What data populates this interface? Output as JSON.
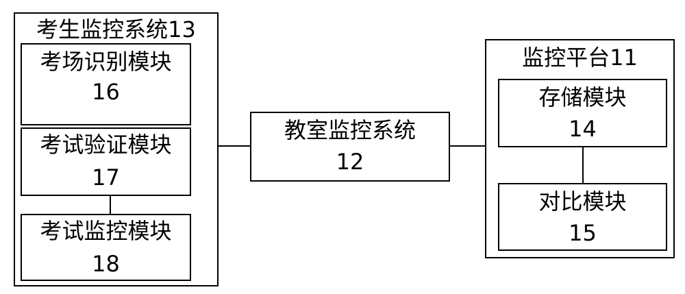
{
  "exam_system": {
    "title": "考生监控系统13",
    "modules": [
      {
        "name": "考场识别模块",
        "number": "16"
      },
      {
        "name": "考试验证模块",
        "number": "17"
      },
      {
        "name": "考试监控模块",
        "number": "18"
      }
    ]
  },
  "classroom_system": {
    "name": "教室监控系统",
    "number": "12"
  },
  "platform": {
    "title": "监控平台11",
    "modules": [
      {
        "name": "存储模块",
        "number": "14"
      },
      {
        "name": "对比模块",
        "number": "15"
      }
    ]
  }
}
